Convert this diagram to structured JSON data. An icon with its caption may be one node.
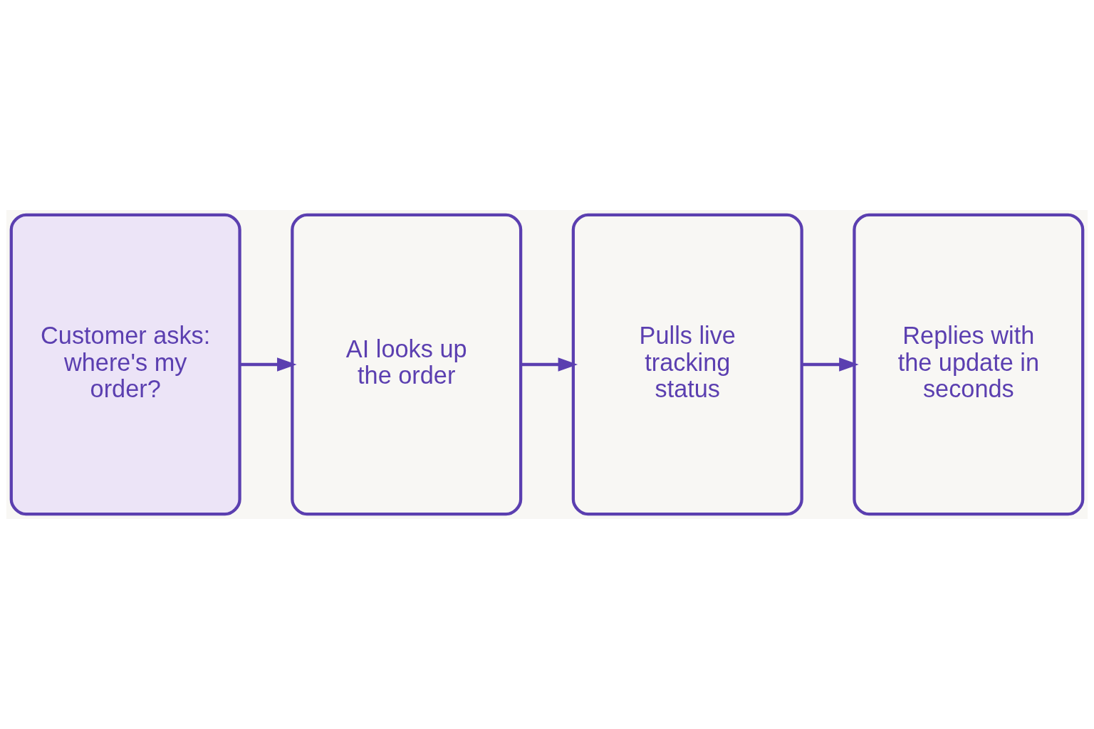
{
  "diagram": {
    "nodes": [
      {
        "text": [
          "Customer asks: where's my order?"
        ]
      },
      {
        "text": [
          "AI looks up the order"
        ]
      },
      {
        "text": [
          "Pulls live tracking status"
        ]
      },
      {
        "text": [
          "Replies with the update in seconds"
        ]
      }
    ],
    "edges": [
      {
        "from": 0,
        "to": 1,
        "arrow": "to"
      },
      {
        "from": 1,
        "to": 2,
        "arrow": "to"
      },
      {
        "from": 2,
        "to": 3,
        "arrow": "to"
      }
    ]
  }
}
